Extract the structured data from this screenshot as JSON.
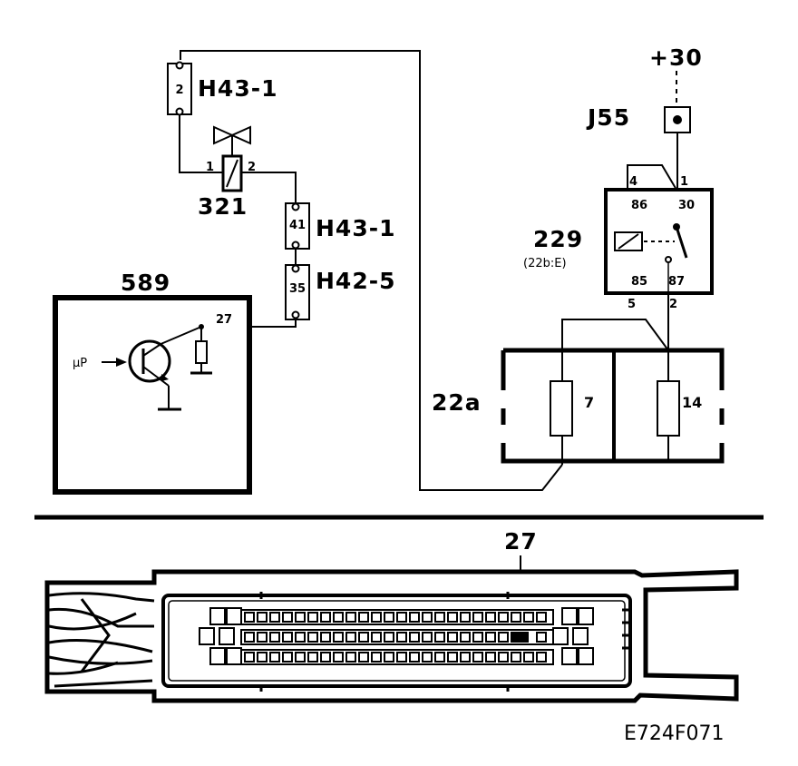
{
  "components": {
    "connector_top": {
      "label": "H43-1",
      "pin": "2"
    },
    "valve": {
      "label": "321",
      "pin_left": "1",
      "pin_right": "2"
    },
    "connector_mid": {
      "label": "H43-1",
      "pin": "41"
    },
    "connector_low": {
      "label": "H42-5",
      "pin": "35"
    },
    "ecu": {
      "label": "589",
      "pin": "27",
      "input": "µP"
    },
    "supply": {
      "label": "+30"
    },
    "ground_point": {
      "label": "J55"
    },
    "relay": {
      "label": "229",
      "sub_label": "(22b:E)",
      "pin_86": "86",
      "pin_30": "30",
      "pin_85": "85",
      "pin_87": "87",
      "wire_4": "4",
      "wire_1": "1",
      "wire_5": "5",
      "wire_2": "2"
    },
    "fusebox": {
      "label": "22a",
      "fuse_a": "7",
      "fuse_b": "14"
    }
  },
  "connector_view": {
    "pin_label": "27"
  },
  "figure_code": "E724F071"
}
